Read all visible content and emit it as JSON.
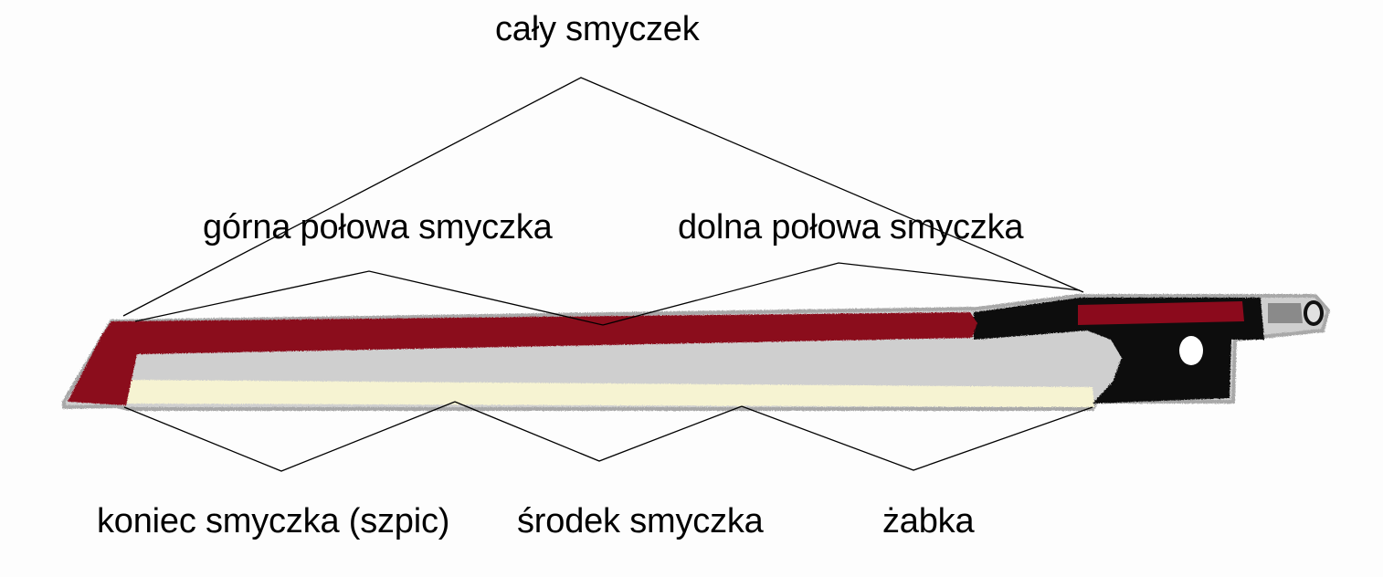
{
  "labels": {
    "whole": "cały smyczek",
    "upper_half": "górna połowa smyczka",
    "lower_half": "dolna połowa smyczka",
    "tip": "koniec smyczka (szpic)",
    "middle": "środek smyczka",
    "frog": "żabka"
  },
  "colors": {
    "stick": "#8b0a1c",
    "hair": "#f6f3d2",
    "frog": "#111111",
    "button": "#8a8a8a",
    "line": "#000000"
  }
}
